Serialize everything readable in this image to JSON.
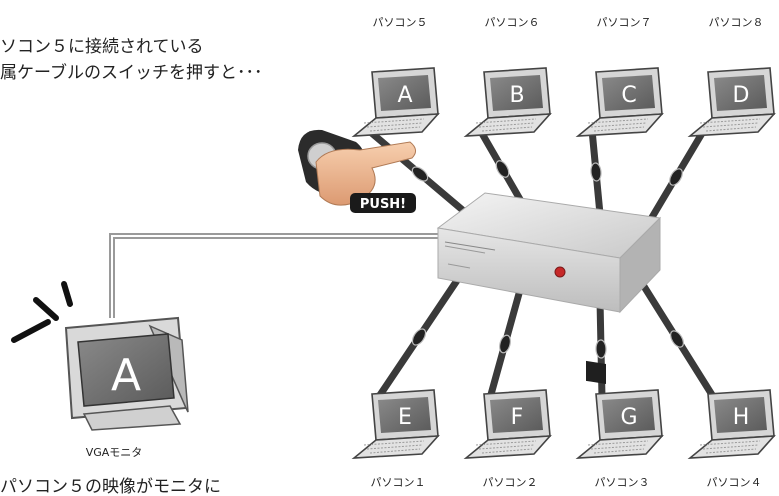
{
  "caption_top": {
    "line1": "ソコン５に接続されている",
    "line2": "属ケーブルのスイッチを押すと･･･"
  },
  "caption_bottom": {
    "line1": "パソコン５の映像がモニタに"
  },
  "push_label": "PUSH!",
  "monitor": {
    "label": "VGAモニタ",
    "screen_letter": "A"
  },
  "pcs_top": [
    {
      "label": "パソコン５",
      "letter": "A"
    },
    {
      "label": "パソコン６",
      "letter": "B"
    },
    {
      "label": "パソコン７",
      "letter": "C"
    },
    {
      "label": "パソコン８",
      "letter": "D"
    }
  ],
  "pcs_bottom": [
    {
      "label": "パソコン１",
      "letter": "E"
    },
    {
      "label": "パソコン２",
      "letter": "F"
    },
    {
      "label": "パソコン３",
      "letter": "G"
    },
    {
      "label": "パソコン４",
      "letter": "H"
    }
  ],
  "colors": {
    "cable": "#3a3a3a",
    "screen": "#6e6e6e",
    "chassis": "#d8d8d8",
    "switch_box": "#dcdcdc",
    "switch_led": "#c62828"
  }
}
